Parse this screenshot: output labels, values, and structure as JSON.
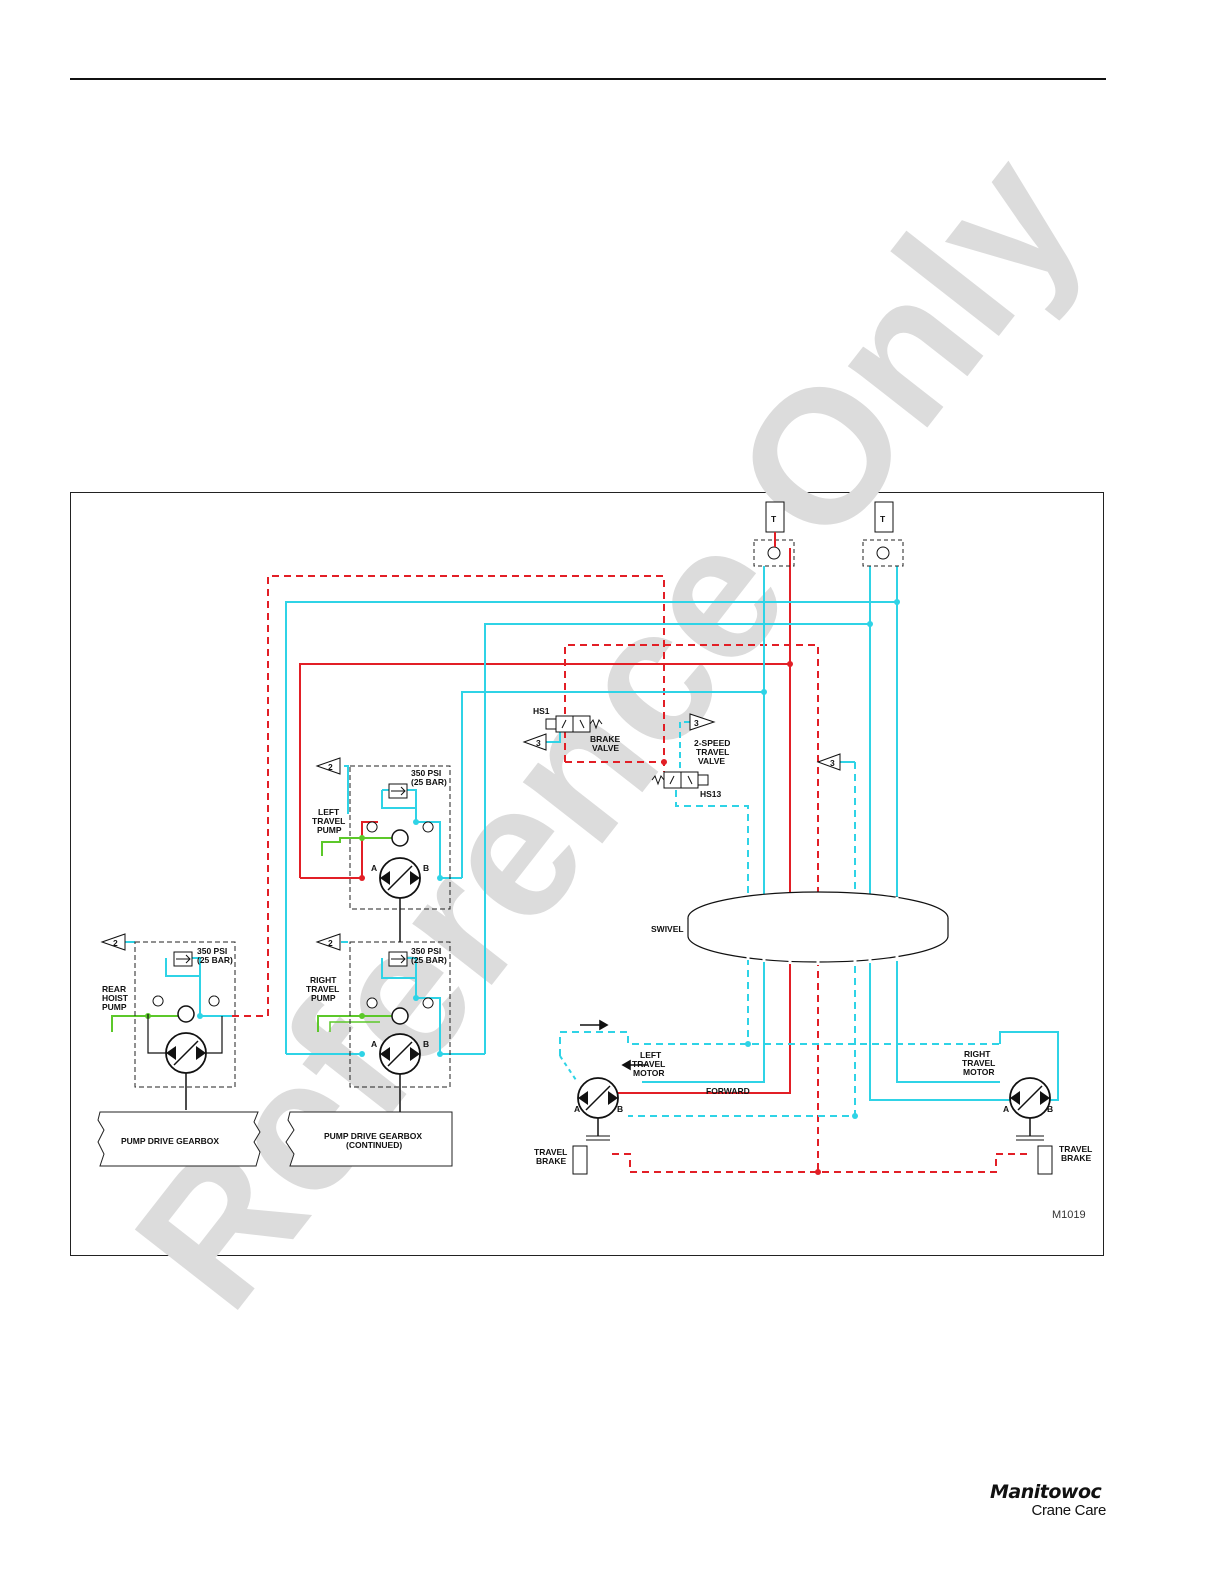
{
  "diagram": {
    "figure_ref": "M1019",
    "colors": {
      "high_pressure": "#e21f26",
      "low_pressure": "#2fd3e6",
      "suction": "#5cc82a",
      "line": "#111111"
    },
    "labels": {
      "rear_hoist_pump": [
        "REAR",
        "HOIST",
        "PUMP"
      ],
      "left_travel_pump": [
        "LEFT",
        "TRAVEL",
        "PUMP"
      ],
      "right_travel_pump": [
        "RIGHT",
        "TRAVEL",
        "PUMP"
      ],
      "relief_setting": [
        "350 PSI",
        "(25 BAR)"
      ],
      "port_a": "A",
      "port_b": "B",
      "gearbox": "PUMP DRIVE GEARBOX",
      "gearbox_cont": [
        "PUMP DRIVE GEARBOX",
        "(CONTINUED)"
      ],
      "hs1": "HS1",
      "brake_valve": [
        "BRAKE",
        "VALVE"
      ],
      "two_speed_valve": [
        "2-SPEED",
        "TRAVEL",
        "VALVE"
      ],
      "hs13": "HS13",
      "swivel": "SWIVEL",
      "left_travel_motor": [
        "LEFT",
        "TRAVEL",
        "MOTOR"
      ],
      "right_travel_motor": [
        "RIGHT",
        "TRAVEL",
        "MOTOR"
      ],
      "forward": "FORWARD",
      "travel_brake": [
        "TRAVEL",
        "BRAKE"
      ],
      "tank": "T",
      "ref_2": "2",
      "ref_3": "3"
    },
    "watermark": "Reference Only"
  },
  "brand": {
    "name": "Manitowoc",
    "subtitle": "Crane Care"
  }
}
